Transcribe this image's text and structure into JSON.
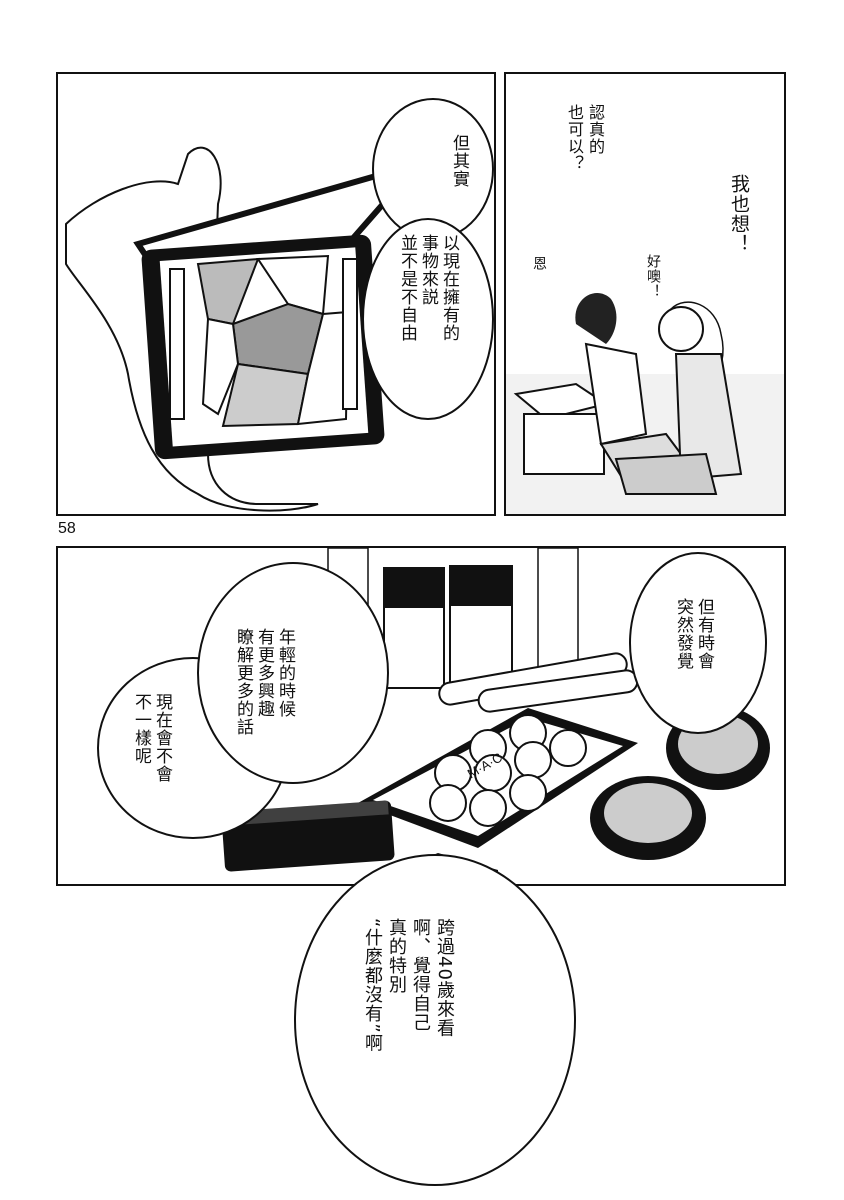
{
  "page": {
    "page_number": "58"
  },
  "panel1": {
    "bubble_a": "但其實",
    "bubble_b": "以現在擁有的\n事物來説\n並不是不自由"
  },
  "panel2": {
    "hand_text_a": "認真的\n也可以？",
    "hand_text_b": "我也想！",
    "hand_text_c": "好噢！",
    "hand_text_d": "恩"
  },
  "panel3": {
    "bubble_a": "但有時會\n突然發覺",
    "bubble_b": "年輕的時候\n有更多興趣\n瞭解更多的話",
    "bubble_c": "現在會不會\n不一樣呢",
    "palette_brand": "M·A·C"
  },
  "bottom": {
    "bubble": "跨過40歲來看\n啊、覺得自己\n真的特別\n“什麼都沒有”啊"
  }
}
